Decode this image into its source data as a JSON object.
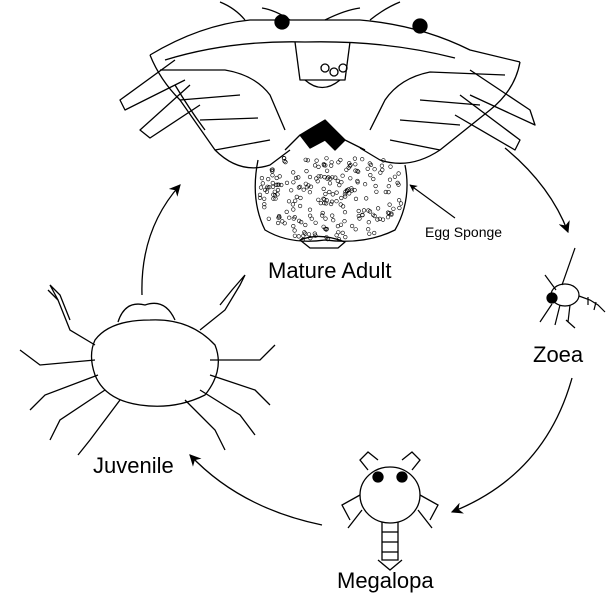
{
  "diagram": {
    "stages": {
      "adult": "Mature Adult",
      "zoea": "Zoea",
      "megalopa": "Megalopa",
      "juvenile": "Juvenile"
    },
    "annotation": "Egg Sponge"
  }
}
